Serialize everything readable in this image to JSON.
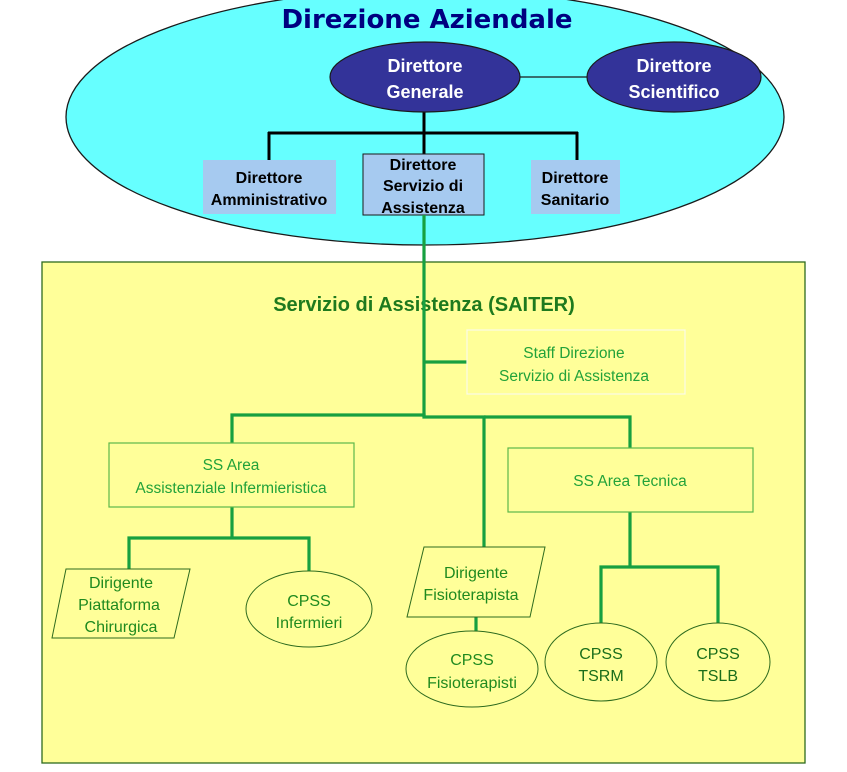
{
  "colors": {
    "direzione_fill": "#66ffff",
    "dark_node_fill": "#333399",
    "box_fill": "#a6caf0",
    "saiter_fill": "#ffff99",
    "saiter_border": "#2e6b1e",
    "green_line": "#17a040",
    "green_text": "#22a23a"
  },
  "direzione": {
    "title": "Direzione Aziendale",
    "direttore_generale": [
      "Direttore",
      "Generale"
    ],
    "direttore_scientifico": [
      "Direttore",
      "Scientifico"
    ],
    "direttore_amministrativo": [
      "Direttore",
      "Amministrativo"
    ],
    "direttore_servizio_assistenza": [
      "Direttore",
      "Servizio di",
      "Assistenza"
    ],
    "direttore_sanitario": [
      "Direttore",
      "Sanitario"
    ]
  },
  "saiter": {
    "title": "Servizio di Assistenza (SAITER)",
    "staff": [
      "Staff Direzione",
      "Servizio di Assistenza"
    ],
    "ss_area_infermieristica": [
      "SS Area",
      "Assistenziale Infermieristica"
    ],
    "ss_area_tecnica": [
      "SS Area Tecnica"
    ],
    "dirigente_piattaforma": [
      "Dirigente",
      "Piattaforma",
      "Chirurgica"
    ],
    "cpss_infermieri": [
      "CPSS",
      "Infermieri"
    ],
    "dirigente_fisioterapista": [
      "Dirigente",
      "Fisioterapista"
    ],
    "cpss_fisioterapisti": [
      "CPSS",
      "Fisioterapisti"
    ],
    "cpss_tsrm": [
      "CPSS",
      "TSRM"
    ],
    "cpss_tslb": [
      "CPSS",
      "TSLB"
    ]
  }
}
